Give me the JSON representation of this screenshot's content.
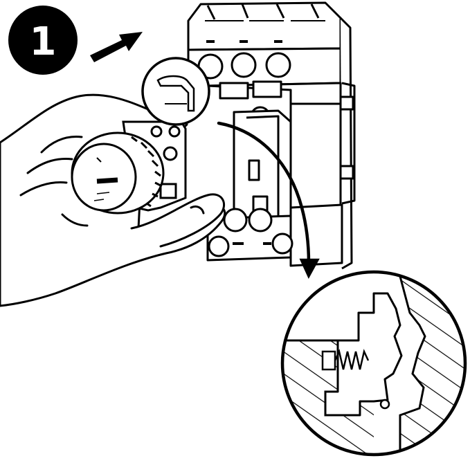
{
  "step": {
    "number": "1"
  },
  "colors": {
    "ink": "#000000",
    "paper": "#ffffff"
  },
  "icons": {
    "step_badge": "step-number-badge",
    "direction": "push-arrow",
    "callout": "curved-callout-arrow"
  }
}
